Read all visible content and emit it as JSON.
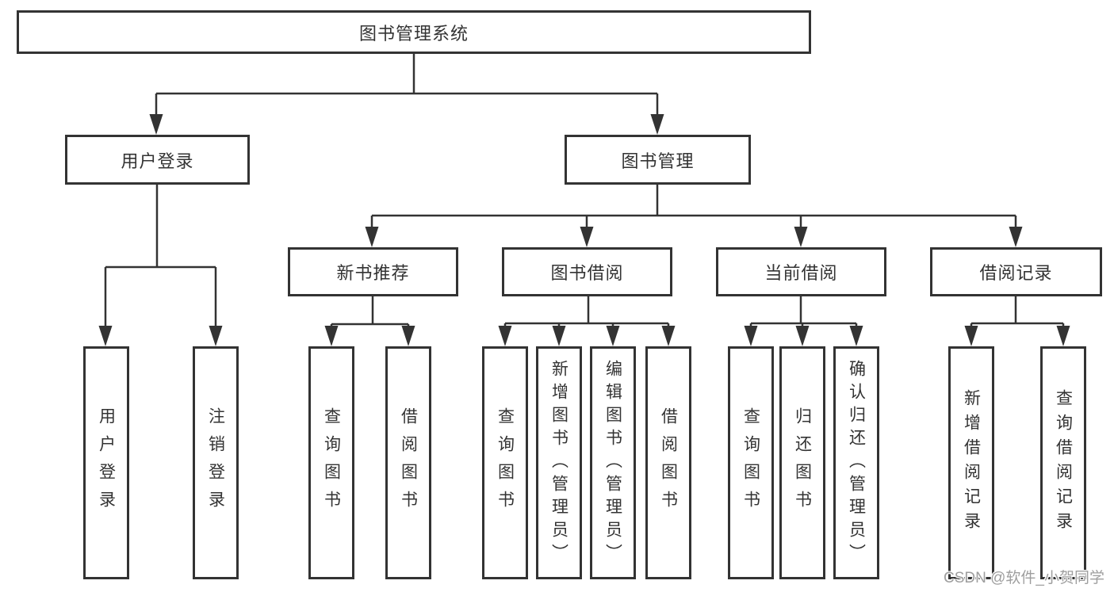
{
  "tree": {
    "label": "图书管理系统",
    "children": [
      {
        "label": "用户登录",
        "children": [
          {
            "label": "用户登录"
          },
          {
            "label": "注销登录"
          }
        ]
      },
      {
        "label": "图书管理",
        "children": [
          {
            "label": "新书推荐",
            "children": [
              {
                "label": "查询图书"
              },
              {
                "label": "借阅图书"
              }
            ]
          },
          {
            "label": "图书借阅",
            "children": [
              {
                "label": "查询图书"
              },
              {
                "label": "新增图书（管理员）"
              },
              {
                "label": "编辑图书（管理员）"
              },
              {
                "label": "借阅图书"
              }
            ]
          },
          {
            "label": "当前借阅",
            "children": [
              {
                "label": "查询图书"
              },
              {
                "label": "归还图书"
              },
              {
                "label": "确认归还（管理员）"
              }
            ]
          },
          {
            "label": "借阅记录",
            "children": [
              {
                "label": "新增借阅记录"
              },
              {
                "label": "查询借阅记录"
              }
            ]
          }
        ]
      }
    ]
  },
  "watermark": {
    "text": "CSDN @软件_小贺同学"
  },
  "colors": {
    "line": "#333333",
    "text": "#333333",
    "box_fill": "#ffffff",
    "watermark": "#9e9e9e",
    "background": "#ffffff"
  }
}
